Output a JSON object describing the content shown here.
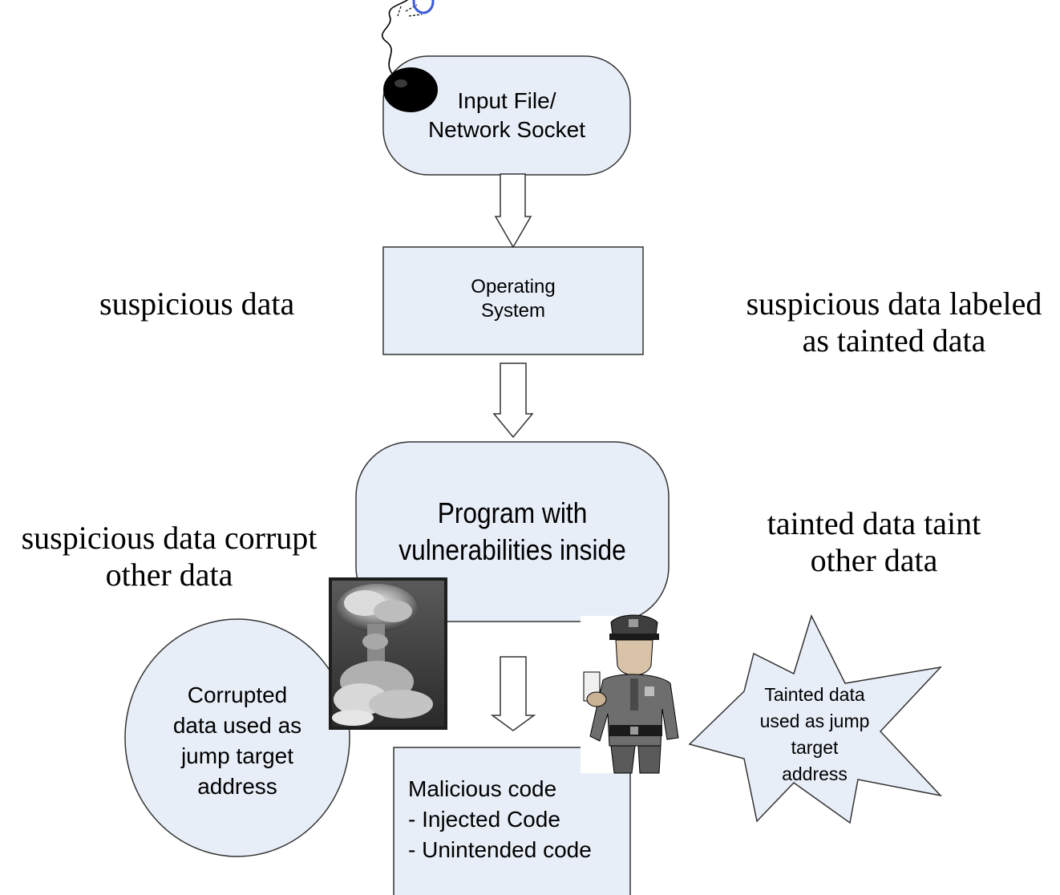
{
  "nodes": {
    "input": {
      "line1": "Input File/",
      "line2": "Network Socket"
    },
    "os": {
      "line1": "Operating",
      "line2": "System"
    },
    "program": {
      "line1": "Program with",
      "line2": "vulnerabilities inside"
    },
    "malicious": {
      "line1": "Malicious code",
      "line2": "- Injected Code",
      "line3": "- Unintended code"
    },
    "corrupted": {
      "line1": "Corrupted",
      "line2": "data  used as",
      "line3": "jump target",
      "line4": "address"
    },
    "tainted": {
      "line1": "Tainted data",
      "line2": "used as jump",
      "line3": "target",
      "line4": "address"
    }
  },
  "labels": {
    "suspicious_data": "suspicious data",
    "suspicious_labeled": {
      "line1": "suspicious data labeled",
      "line2": "as tainted data"
    },
    "suspicious_corrupt": {
      "line1": "suspicious data corrupt",
      "line2": "other data"
    },
    "tainted_taint": {
      "line1": "tainted data taint",
      "line2": "other data"
    }
  },
  "colors": {
    "node_fill": "#e8eef8",
    "node_stroke": "#333333",
    "fuse_spark": "#3a5bd9"
  },
  "icons": [
    "bomb-icon",
    "explosion-photo",
    "police-officer-illustration"
  ]
}
